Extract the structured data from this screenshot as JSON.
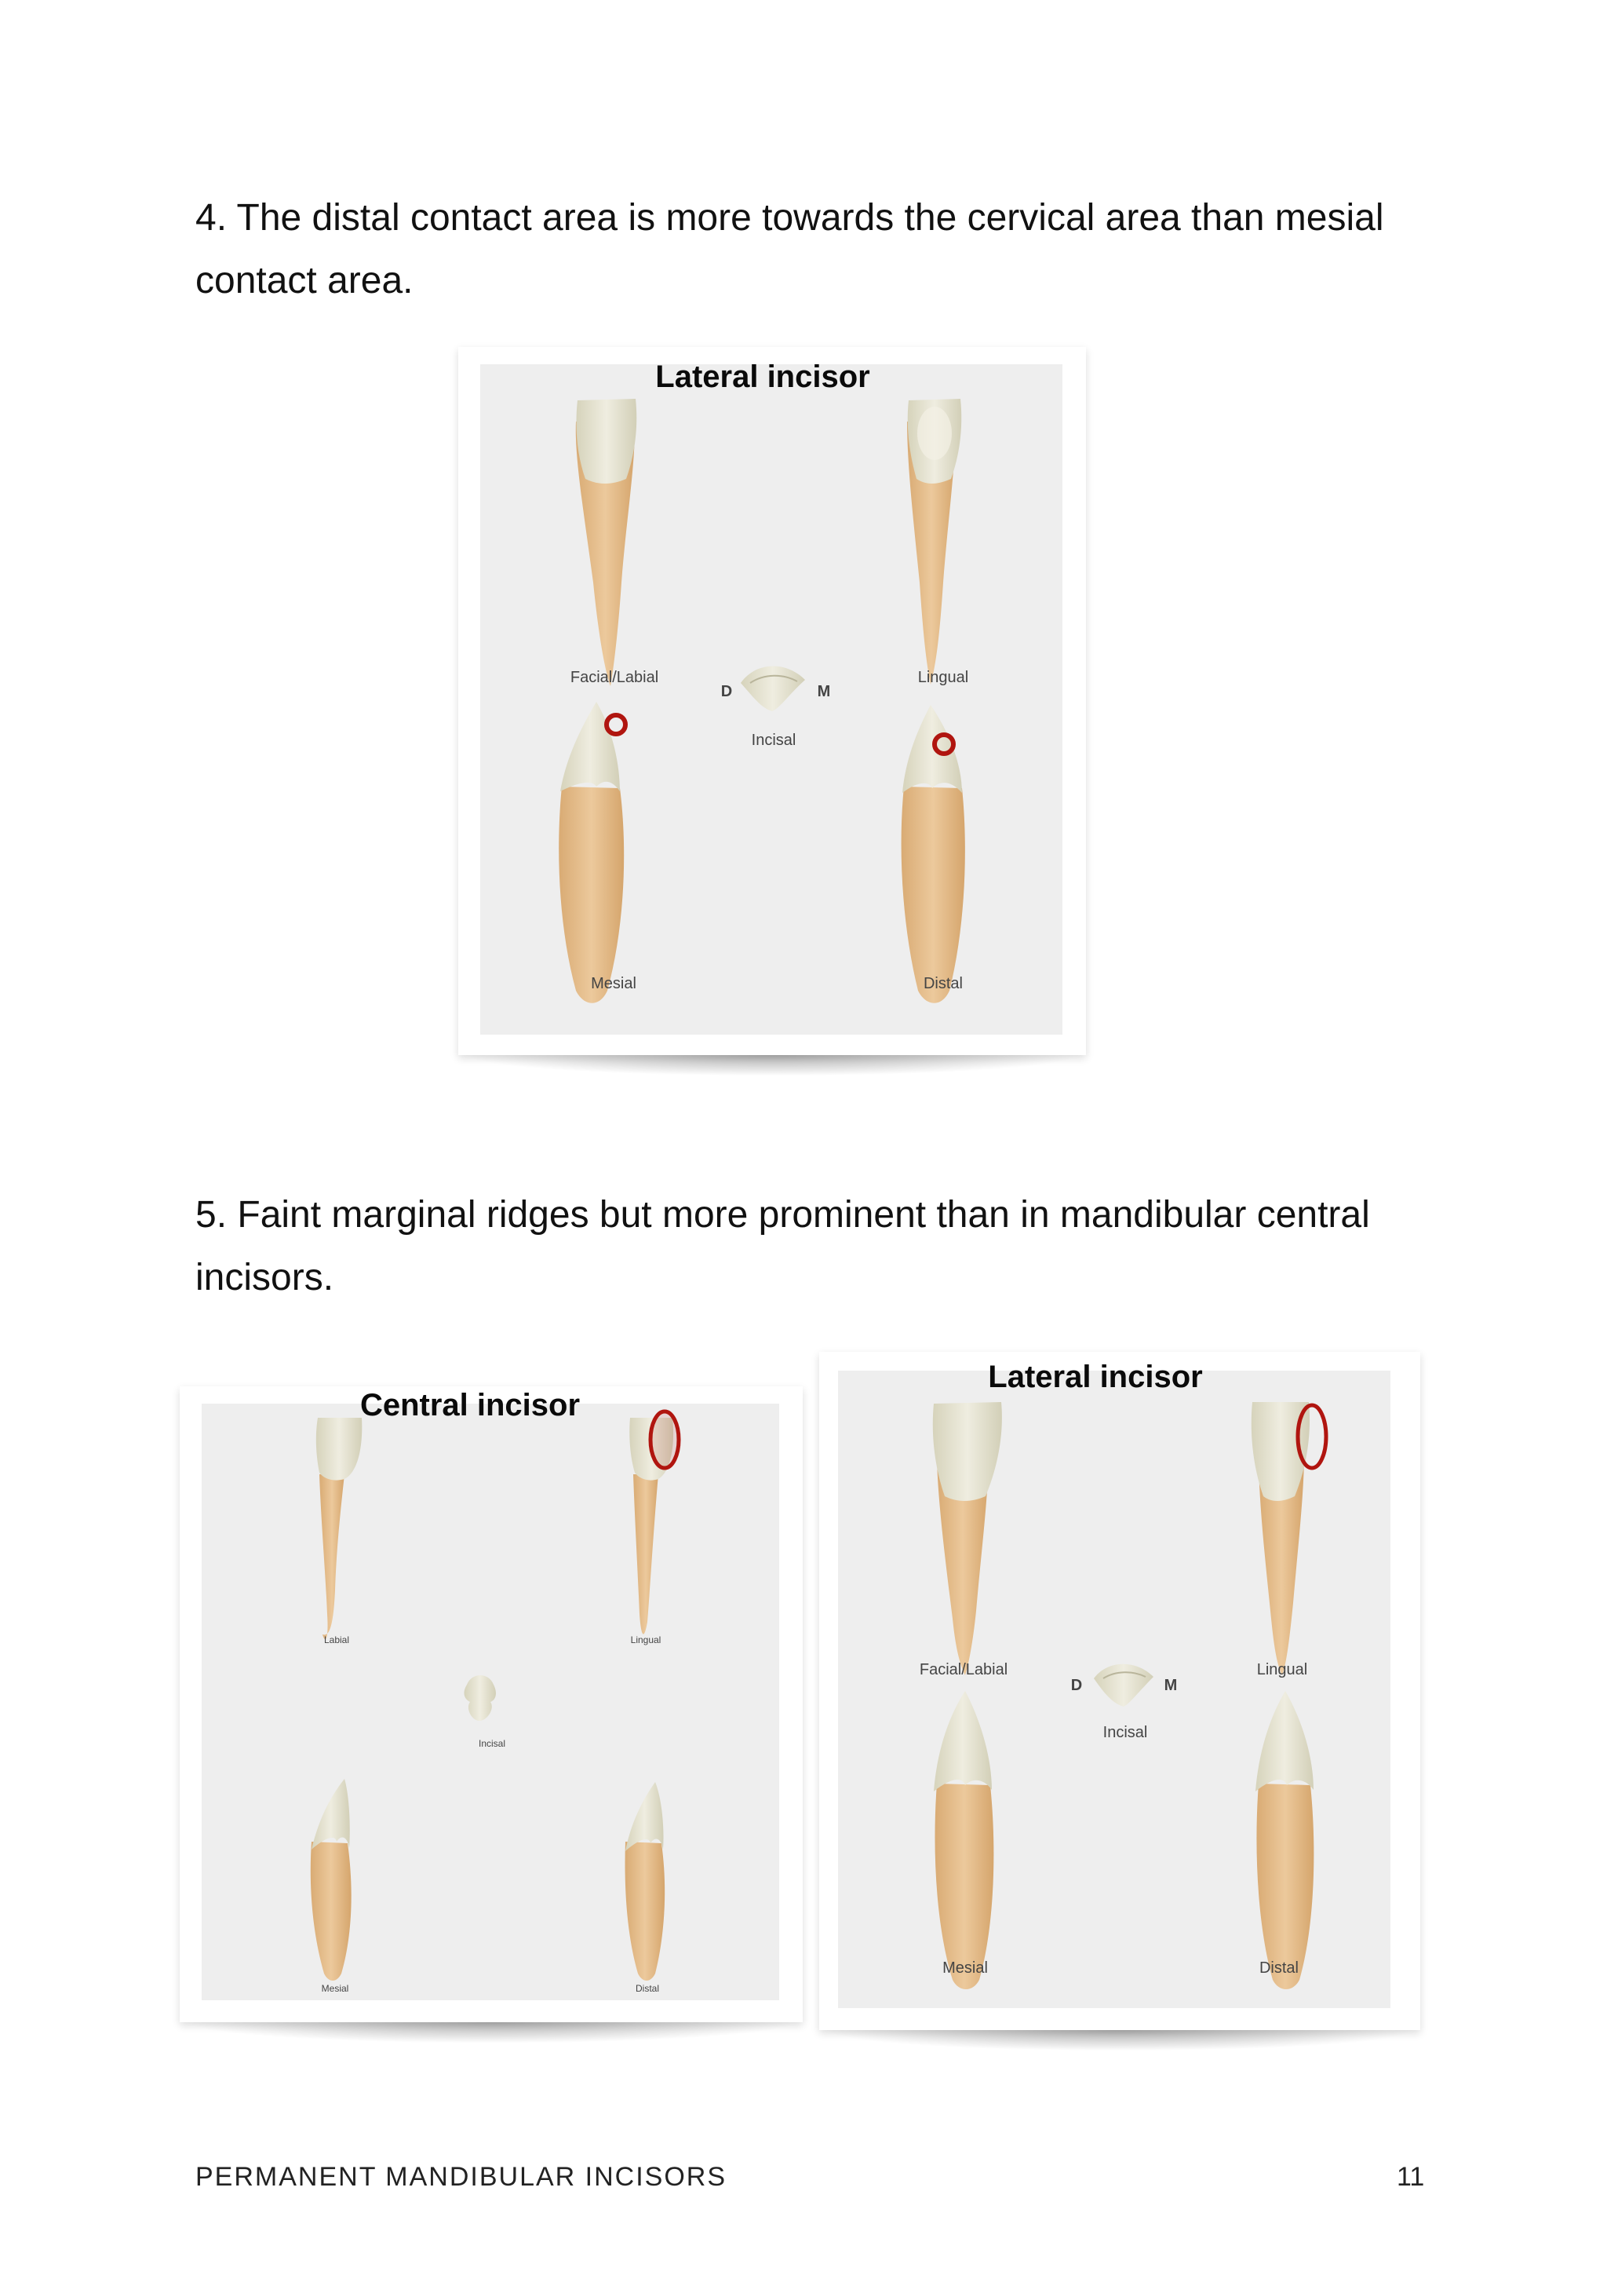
{
  "paragraphs": {
    "p4": "4. The distal contact area is more towards the cervical area than mesial contact area.",
    "p5": "5. Faint marginal ridges but more prominent than in mandibular central incisors."
  },
  "figure_lateral_top": {
    "title": "Lateral incisor",
    "labels": {
      "facial": "Facial/Labial",
      "lingual": "Lingual",
      "d": "D",
      "m": "M",
      "incisal": "Incisal",
      "mesial": "Mesial",
      "distal": "Distal"
    }
  },
  "figure_central": {
    "title": "Central incisor",
    "labels": {
      "labial": "Labial",
      "lingual": "Lingual",
      "incisal": "Incisal",
      "mesial": "Mesial",
      "distal": "Distal"
    }
  },
  "figure_lateral_bottom": {
    "title": "Lateral incisor",
    "labels": {
      "facial": "Facial/Labial",
      "lingual": "Lingual",
      "d": "D",
      "m": "M",
      "incisal": "Incisal",
      "mesial": "Mesial",
      "distal": "Distal"
    }
  },
  "footer": {
    "section": "PERMANENT MANDIBULAR INCISORS",
    "page": "11"
  },
  "colors": {
    "root": "#e3bd8e",
    "crown": "#e9e6d2",
    "highlight": "#b0150f",
    "panel": "#eeeeee"
  }
}
